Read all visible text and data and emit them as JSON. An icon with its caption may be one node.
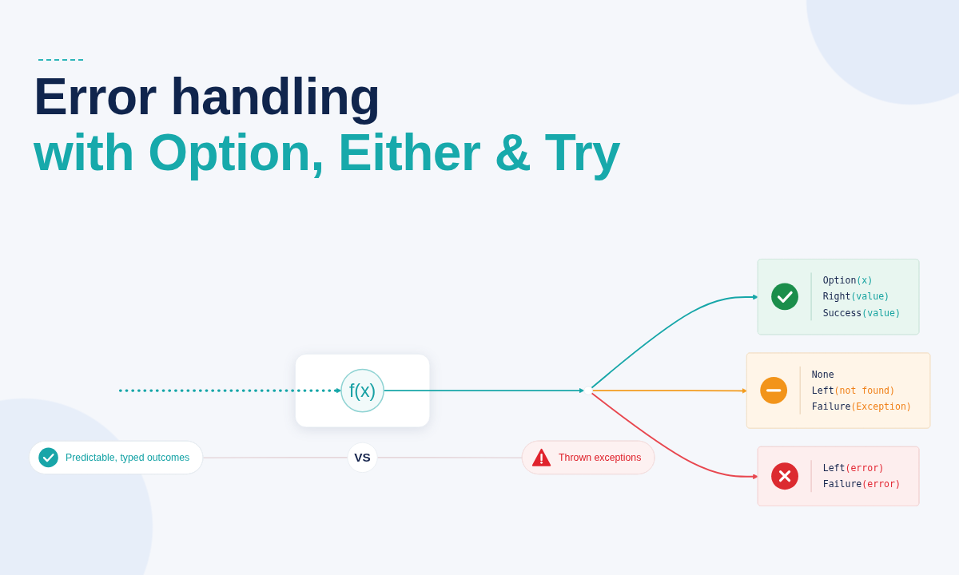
{
  "diagram": {
    "title": "Error handling with Option, Either & Try",
    "nodes": [
      {
        "text": [],
        "shape": "box"
      },
      {
        "text": [
          "f(x)"
        ],
        "in": 0
      },
      {
        "text": [],
        "shape": "circle"
      },
      {
        "text": [
          "Option(x)",
          "Right(value)",
          "Success(value)"
        ]
      },
      {
        "text": [
          "None",
          "Left(not found)",
          "Failure(Exception)"
        ]
      },
      {
        "text": [
          "Left(error)",
          "Failure(error)"
        ]
      },
      {
        "text": [
          "Predictable, typed outcomes"
        ]
      },
      {
        "text": [
          "VS"
        ]
      },
      {
        "text": [
          "Thrown exceptions"
        ]
      }
    ],
    "edges": [
      {
        "from": null,
        "to": 1,
        "arrow": "to",
        "style": "dashed"
      },
      {
        "from": 1,
        "to": 2,
        "arrow": "to"
      },
      {
        "from": 2,
        "to": 3,
        "arrow": "to"
      },
      {
        "from": 2,
        "to": 4,
        "arrow": "to",
        "color": "#f39c1e"
      },
      {
        "from": 2,
        "to": 5,
        "arrow": "to",
        "color": "#e8474f"
      },
      {
        "from": 6,
        "to": 7,
        "arrow": "none",
        "color": "#e6d8dc"
      },
      {
        "from": 7,
        "to": 8,
        "arrow": "none",
        "color": "#e6d8dc"
      }
    ]
  }
}
